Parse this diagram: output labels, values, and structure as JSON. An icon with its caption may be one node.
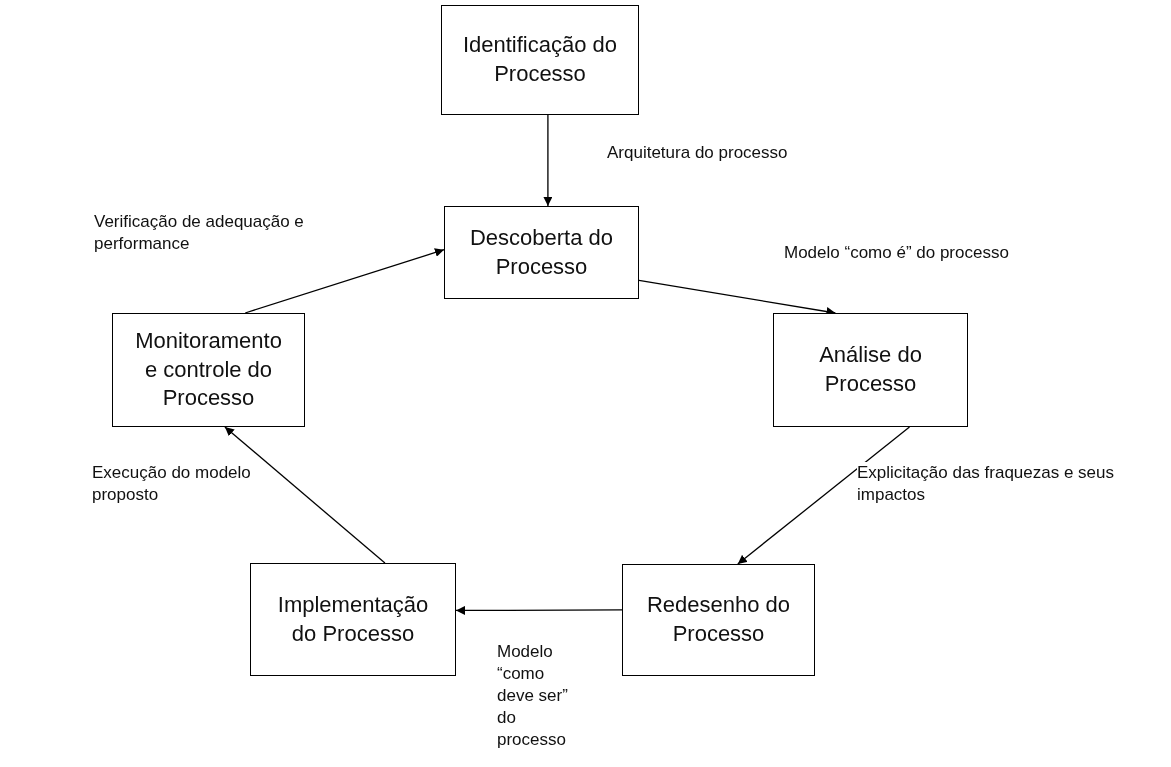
{
  "diagram": {
    "nodes": [
      {
        "text": [
          "Identificação do Processo"
        ]
      },
      {
        "text": [
          "Descoberta do Processo"
        ]
      },
      {
        "text": [
          "Análise do Processo"
        ]
      },
      {
        "text": [
          "Redesenho do Processo"
        ]
      },
      {
        "text": [
          "Implementação do Processo"
        ]
      },
      {
        "text": [
          "Monitoramento e controle do Processo"
        ]
      }
    ],
    "edges": [
      {
        "from": 0,
        "to": 1,
        "arrow": "to",
        "label": "Arquitetura do processo"
      },
      {
        "from": 1,
        "to": 2,
        "arrow": "to",
        "label": "Modelo “como é” do processo"
      },
      {
        "from": 2,
        "to": 3,
        "arrow": "to",
        "label": "Explicitação das fraquezas e seus impactos"
      },
      {
        "from": 3,
        "to": 4,
        "arrow": "to",
        "label": "Modelo “como deve ser” do processo"
      },
      {
        "from": 4,
        "to": 5,
        "arrow": "to",
        "label": "Execução do modelo proposto"
      },
      {
        "from": 5,
        "to": 1,
        "arrow": "to",
        "label": "Verificação de adequação e performance"
      }
    ]
  }
}
